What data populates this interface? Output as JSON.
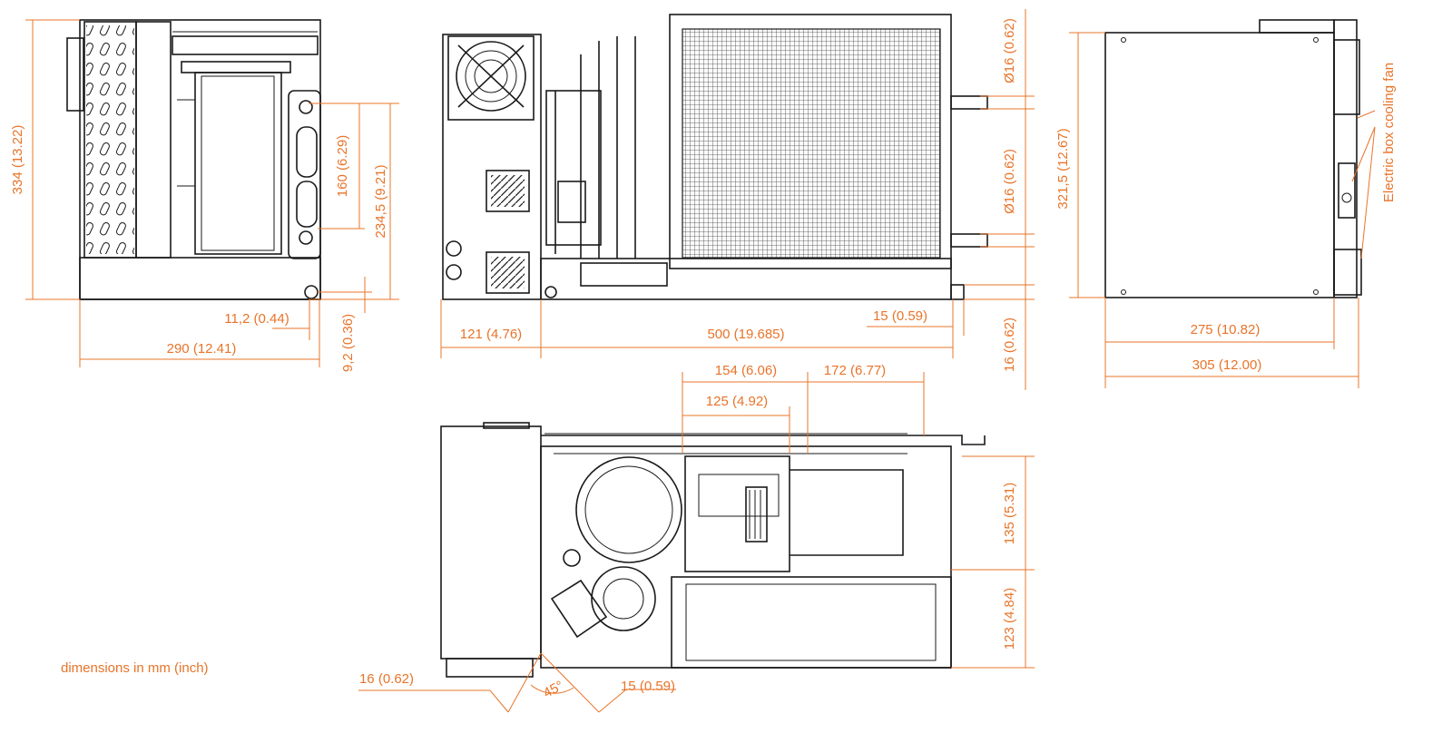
{
  "note": "dimensions in mm (inch)",
  "side_view": {
    "height": "334 (13.22)",
    "condenser_height": "160 (6.29)",
    "top_to_pipe": "234,5 (9.21)",
    "pipe_offset": "11,2 (0.44)",
    "pipe_height": "9,2 (0.36)",
    "width": "290 (12.41)"
  },
  "front_view": {
    "pipe_diameter_top": "Ø16 (0.62)",
    "pipe_diameter_mid": "Ø16 (0.62)",
    "electric_box_width": "121 (4.76)",
    "unit_length": "500 (19.685)",
    "pipe_protrusion": "15 (0.59)",
    "pipe_base_height": "16 (0.62)"
  },
  "right_view": {
    "height": "321,5 (12.67)",
    "depth": "275 (10.82)",
    "overall_depth": "305 (12.00)",
    "fan_callout": "Electric box cooling fan"
  },
  "top_view": {
    "offset_154": "154 (6.06)",
    "offset_172": "172 (6.77)",
    "offset_125": "125 (4.92)",
    "depth_135": "135 (5.31)",
    "depth_123": "123 (4.84)",
    "angle": "45°",
    "left_offset": "16 (0.62)",
    "right_offset": "15 (0.59)"
  },
  "colors": {
    "dimension": "#e8742a",
    "outline": "#1a1a1a",
    "background": "#ffffff"
  }
}
